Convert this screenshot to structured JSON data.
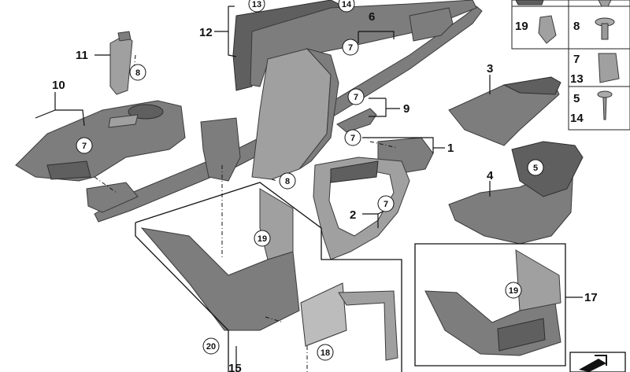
{
  "diagram": {
    "callouts": {
      "c1": "1",
      "c2": "2",
      "c3": "3",
      "c4": "4",
      "c6": "6",
      "c9": "9",
      "c10": "10",
      "c11": "11",
      "c12": "12",
      "c15": "15",
      "c17": "17"
    },
    "circled": {
      "k5": "5",
      "k7a": "7",
      "k7b": "7",
      "k7c": "7",
      "k7d": "7",
      "k7e": "7",
      "k8a": "8",
      "k8b": "8",
      "k13": "13",
      "k14": "14",
      "k18": "18",
      "k19a": "19",
      "k19b": "19",
      "k20": "20"
    },
    "legend": {
      "r2_left": "19",
      "r2_right": "8",
      "r3_a": "7",
      "r3_b": "13",
      "r4_a": "5",
      "r4_b": "14"
    }
  }
}
